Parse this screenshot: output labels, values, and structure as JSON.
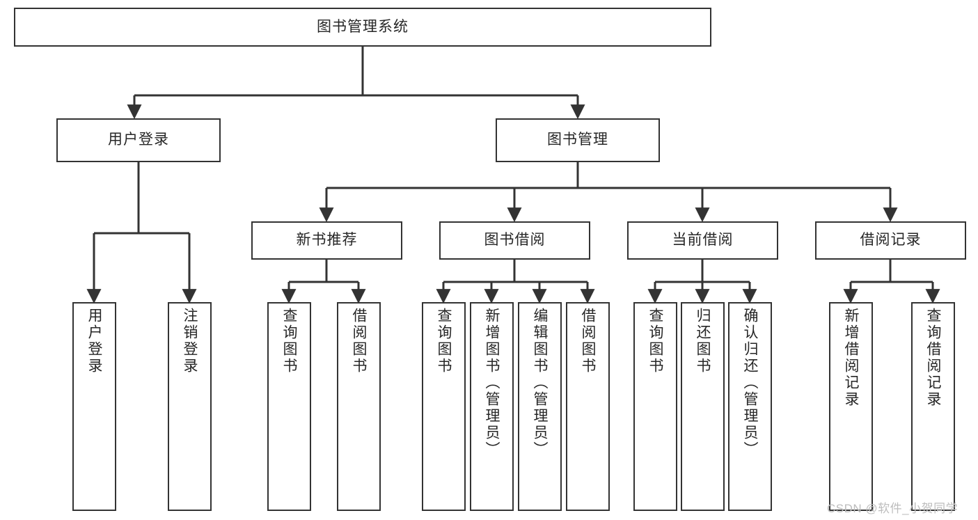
{
  "diagram": {
    "title": "图书管理系统",
    "type": "tree",
    "orientation": "top-down",
    "colors": {
      "node_border": "#333333",
      "node_fill": "#ffffff",
      "edge": "#333333",
      "text": "#262626",
      "watermark": "#bdbdbd",
      "background": "#ffffff"
    },
    "root": {
      "id": "root",
      "label": "图书管理系统"
    },
    "level2": [
      {
        "id": "user-login",
        "label": "用户登录"
      },
      {
        "id": "book-management",
        "label": "图书管理"
      }
    ],
    "level3": [
      {
        "id": "new-book-recommend",
        "label": "新书推荐",
        "parent": "book-management"
      },
      {
        "id": "book-borrow",
        "label": "图书借阅",
        "parent": "book-management"
      },
      {
        "id": "current-borrow",
        "label": "当前借阅",
        "parent": "book-management"
      },
      {
        "id": "borrow-record",
        "label": "借阅记录",
        "parent": "book-management"
      }
    ],
    "leaves": [
      {
        "id": "leaf-user-login",
        "label": "用户登录",
        "parent": "user-login"
      },
      {
        "id": "leaf-logout",
        "label": "注销登录",
        "parent": "user-login"
      },
      {
        "id": "leaf-query-book-1",
        "label": "查询图书",
        "parent": "new-book-recommend"
      },
      {
        "id": "leaf-borrow-book-1",
        "label": "借阅图书",
        "parent": "new-book-recommend"
      },
      {
        "id": "leaf-query-book-2",
        "label": "查询图书",
        "parent": "book-borrow"
      },
      {
        "id": "leaf-add-book",
        "label": "新增图书（管理员）",
        "parent": "book-borrow"
      },
      {
        "id": "leaf-edit-book",
        "label": "编辑图书（管理员）",
        "parent": "book-borrow"
      },
      {
        "id": "leaf-borrow-book-2",
        "label": "借阅图书",
        "parent": "book-borrow"
      },
      {
        "id": "leaf-query-book-3",
        "label": "查询图书",
        "parent": "current-borrow"
      },
      {
        "id": "leaf-return-book",
        "label": "归还图书",
        "parent": "current-borrow"
      },
      {
        "id": "leaf-confirm-return",
        "label": "确认归还（管理员）",
        "parent": "current-borrow"
      },
      {
        "id": "leaf-add-record",
        "label": "新增借阅记录",
        "parent": "borrow-record"
      },
      {
        "id": "leaf-query-record",
        "label": "查询借阅记录",
        "parent": "borrow-record"
      }
    ],
    "watermark": "CSDN @软件_小贺同学"
  }
}
